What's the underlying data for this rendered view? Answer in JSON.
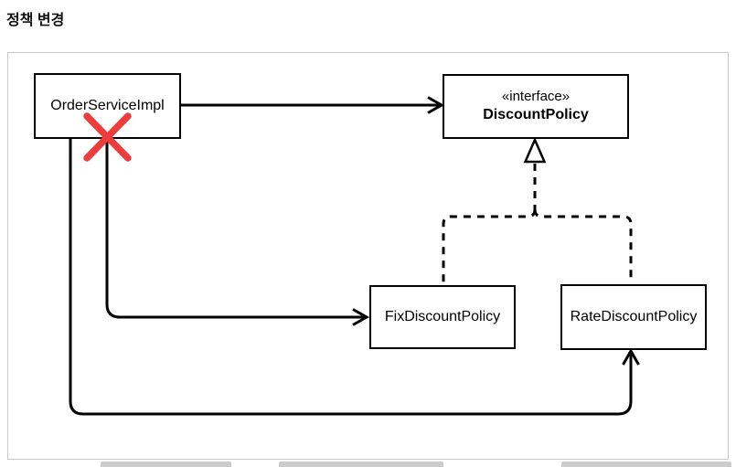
{
  "title": "정책 변경",
  "diagram": {
    "nodes": {
      "order_service": {
        "label": "OrderServiceImpl"
      },
      "discount_policy": {
        "stereotype": "«interface»",
        "label": "DiscountPolicy"
      },
      "fix_discount": {
        "label": "FixDiscountPolicy"
      },
      "rate_discount": {
        "label": "RateDiscountPolicy"
      }
    },
    "relations": [
      {
        "from": "OrderServiceImpl",
        "to": "DiscountPolicy",
        "type": "dependency-arrow"
      },
      {
        "from": "OrderServiceImpl",
        "to": "FixDiscountPolicy",
        "type": "dependency-arrow",
        "status": "removed (red X)"
      },
      {
        "from": "OrderServiceImpl",
        "to": "RateDiscountPolicy",
        "type": "dependency-arrow"
      },
      {
        "from": "FixDiscountPolicy",
        "to": "DiscountPolicy",
        "type": "realization-dashed-hollow-triangle"
      },
      {
        "from": "RateDiscountPolicy",
        "to": "DiscountPolicy",
        "type": "realization-dashed-hollow-triangle"
      }
    ],
    "colors": {
      "line": "#000000",
      "x_mark": "#ee3b3b",
      "frame_border": "#c8c8c8",
      "cropped_bar": "#cccccc"
    }
  }
}
